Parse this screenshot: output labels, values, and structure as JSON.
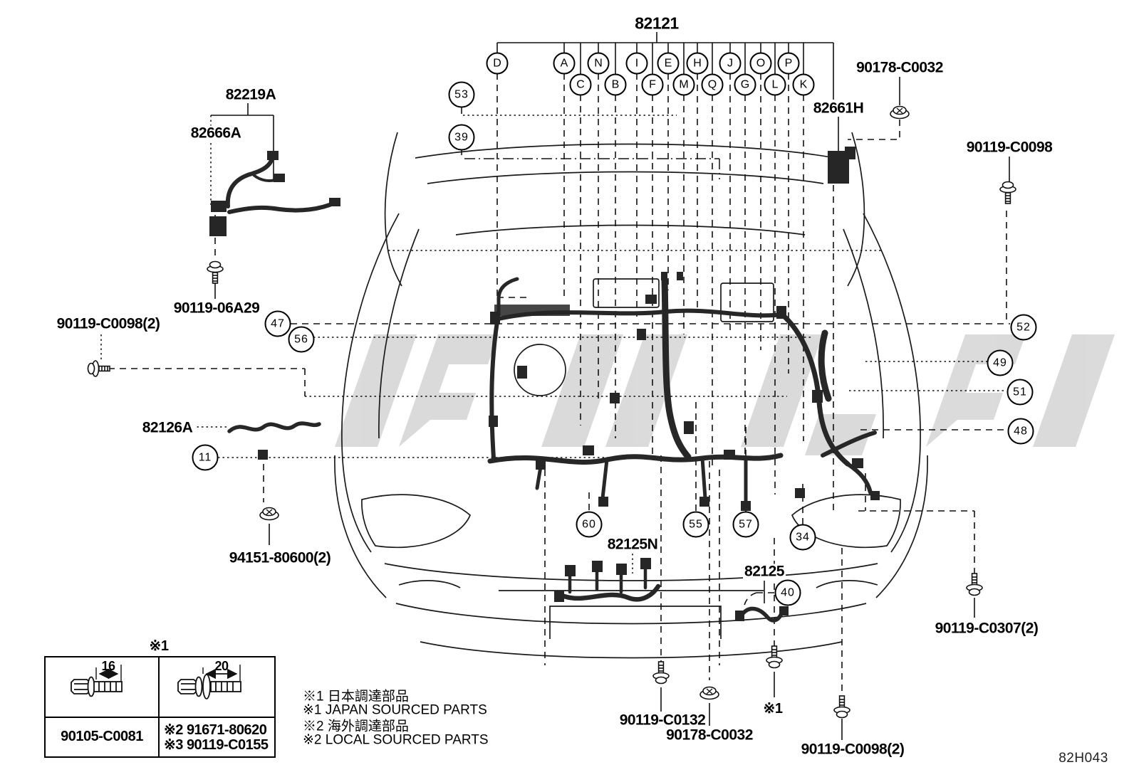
{
  "page": {
    "background": "#ffffff",
    "line_color": "#1a1a1a",
    "watermark_color": "#bdbdbd",
    "drawing_code": "82H043"
  },
  "labels": {
    "main_harness": "82121",
    "p82219A": "82219A",
    "p82666A": "82666A",
    "p90119_06A29": "90119-06A29",
    "p90119_C0098_2_left": "90119-C0098(2)",
    "p82126A": "82126A",
    "p94151_80600_2": "94151-80600(2)",
    "p90178_C0032_top": "90178-C0032",
    "p82661H": "82661H",
    "p90119_C0098_right": "90119-C0098",
    "p82125N": "82125N",
    "p82125": "82125",
    "p90119_C0132": "90119-C0132",
    "p90178_C0032_bottom": "90178-C0032",
    "ref_mark_1": "※1",
    "p90119_C0098_2_bottom": "90119-C0098(2)",
    "p90119_C0307_2": "90119-C0307(2)"
  },
  "callout_letters": [
    "D",
    "A",
    "N",
    "I",
    "E",
    "H",
    "J",
    "O",
    "P",
    "C",
    "B",
    "F",
    "M",
    "Q",
    "G",
    "L",
    "K"
  ],
  "callout_numbers": [
    "53",
    "39",
    "47",
    "56",
    "11",
    "60",
    "55",
    "57",
    "34",
    "40",
    "52",
    "49",
    "51",
    "48"
  ],
  "fastener_table": {
    "header_mark": "※1",
    "left_bolt_length": "16",
    "right_bolt_length": "20",
    "left_part": "90105-C0081",
    "right_parts": [
      "※2 91671-80620",
      "※3 90119-C0155"
    ]
  },
  "legend": [
    "※1 日本調達部品",
    "※1 JAPAN SOURCED PARTS",
    "※2 海外調達部品",
    "※2 LOCAL SOURCED PARTS"
  ],
  "icons": {
    "screw": "flange-screw-icon",
    "screw_up": "flange-screw-up-icon",
    "grommet": "grommet-nut-icon",
    "hex_bolt": "hex-flange-bolt-icon"
  }
}
